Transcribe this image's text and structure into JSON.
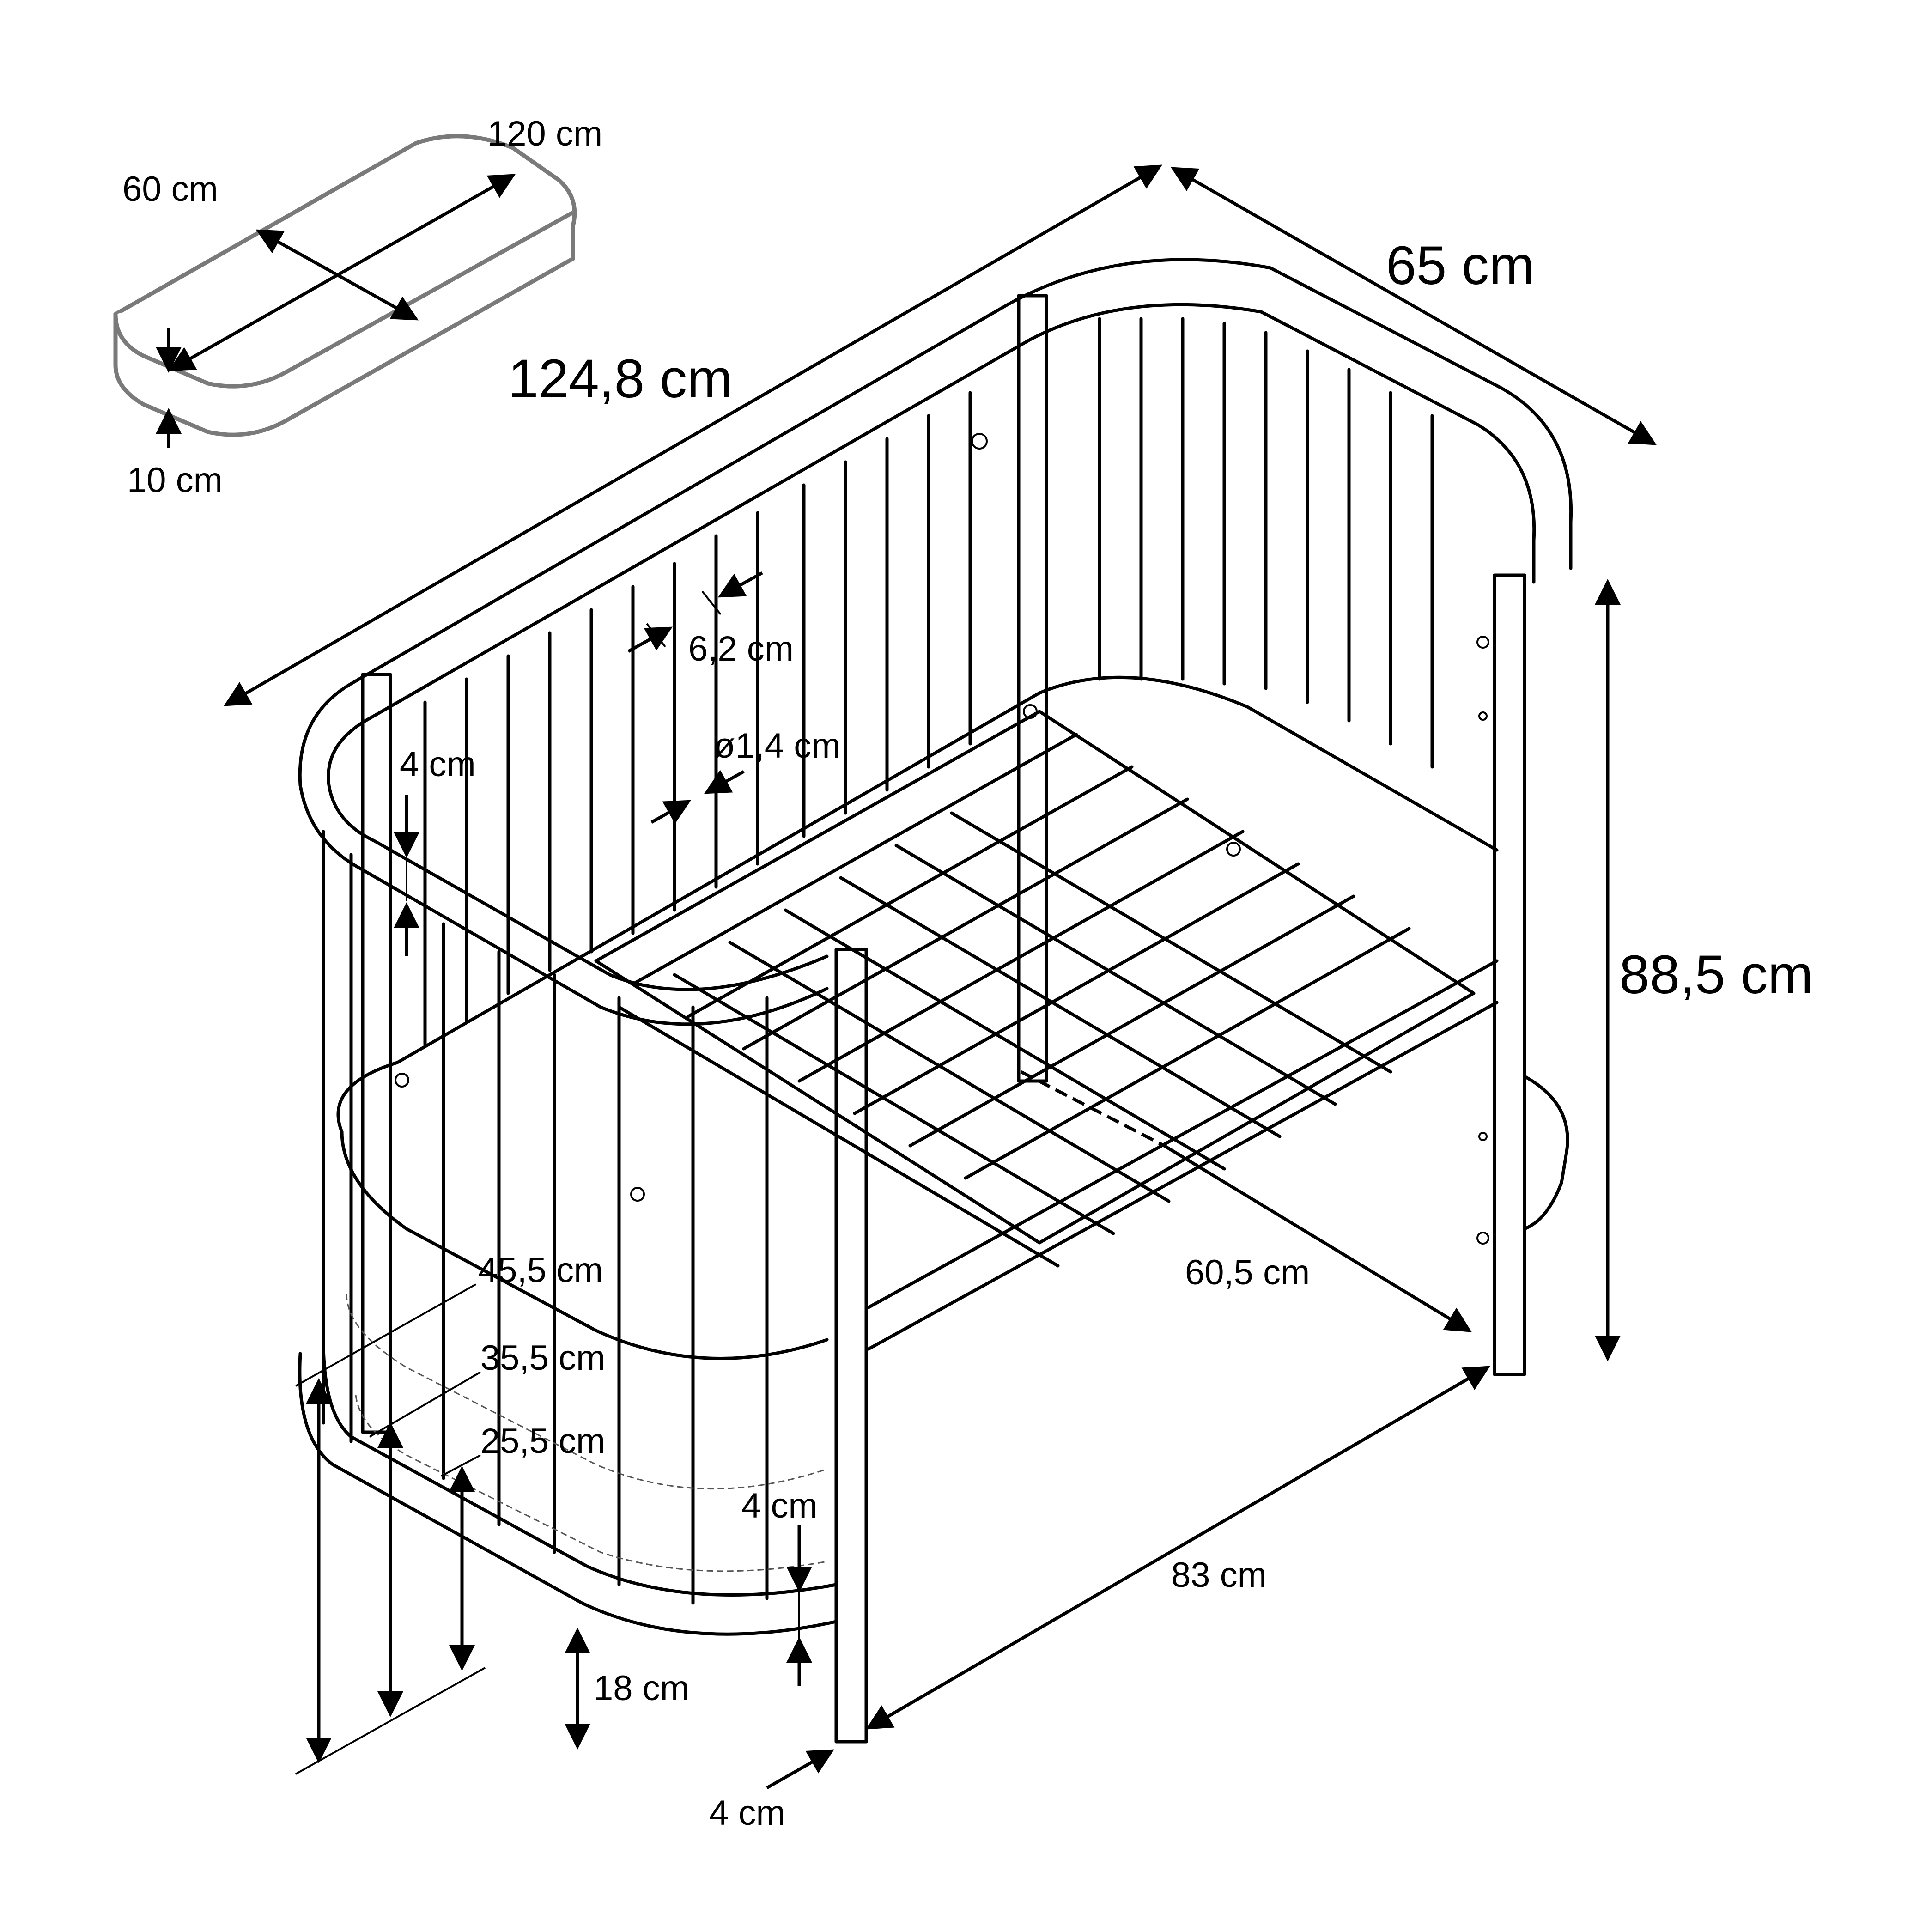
{
  "colors": {
    "line": "#000000",
    "mattress_outline": "#7a7a7a",
    "background": "#ffffff"
  },
  "mattress": {
    "length_label": "120 cm",
    "width_label": "60 cm",
    "height_label": "10 cm"
  },
  "crib": {
    "length_label": "124,8 cm",
    "width_label": "65 cm",
    "height_label": "88,5 cm",
    "slat_gap_label": "6,2 cm",
    "slat_diameter_label": "ø1,4 cm",
    "rail_thickness_label": "4 cm",
    "inner_width_label": "60,5 cm",
    "side_length_label": "83 cm",
    "post_width_label": "4 cm",
    "base_rail_label": "4 cm",
    "floor_clearance_label": "18 cm",
    "base_heights": [
      "45,5 cm",
      "35,5 cm",
      "25,5 cm"
    ]
  }
}
